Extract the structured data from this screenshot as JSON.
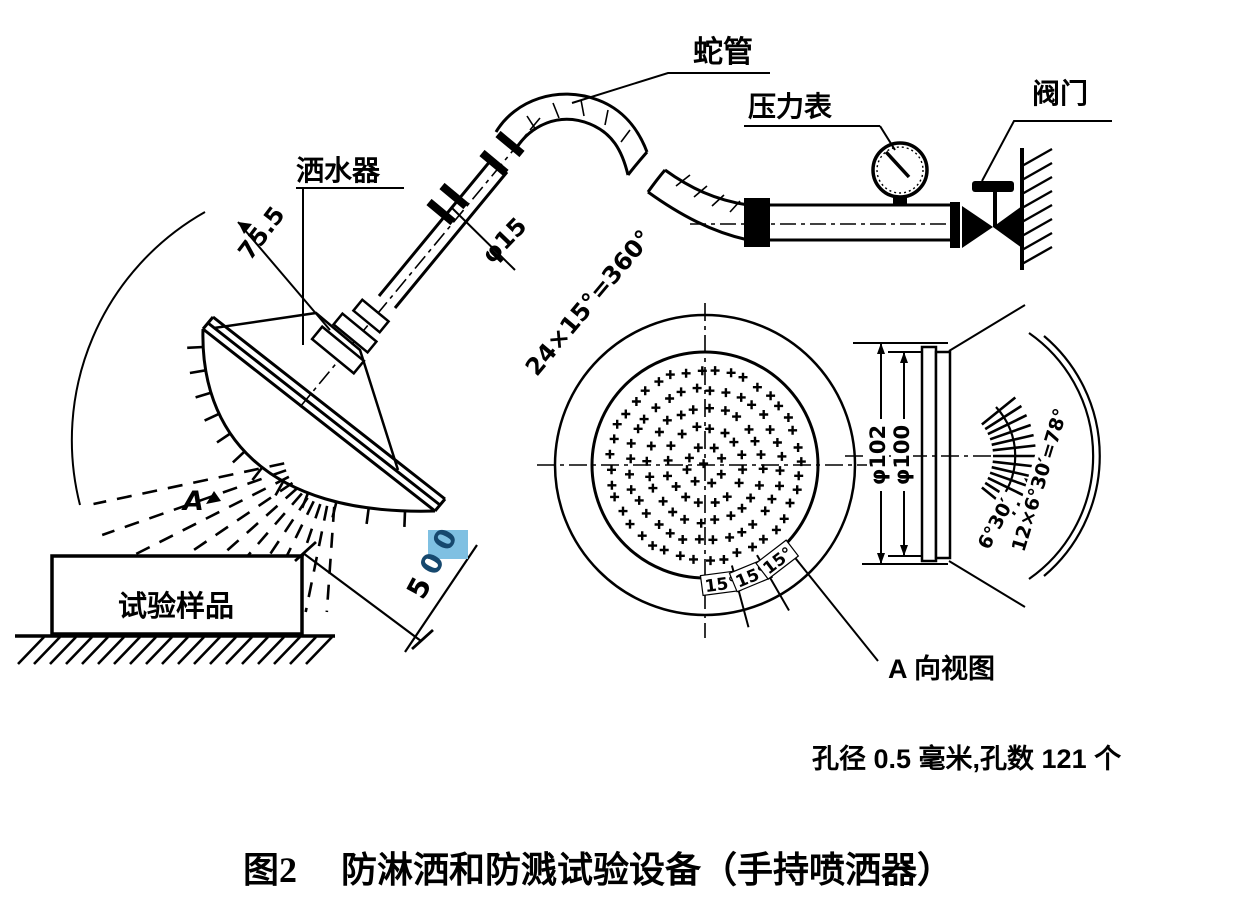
{
  "figure": {
    "caption_fig": "图2",
    "caption_title": "防淋洒和防溅试验设备（手持喷洒器）",
    "note": "孔径 0.5 毫米,孔数 121 个"
  },
  "labels": {
    "hose": "蛇管",
    "pressure_gauge": "压力表",
    "valve": "阀门",
    "sprinkler": "洒水器",
    "test_sample": "试验样品",
    "view_arrow": "A",
    "view_a_title": "A 向视图"
  },
  "dims": {
    "sprinkler_radius": "75.5",
    "tube_diameter": "φ15",
    "distance_prefix": "5",
    "distance_highlight": "00",
    "holes_pattern": "24×15°=360°",
    "sector_angles": [
      "15°",
      "15°",
      "15°"
    ],
    "side_dia_outer": "φ102",
    "side_dia_inner": "φ100",
    "jet_step": "6°30′",
    "jet_total": "12×6°30′=78°"
  },
  "colors": {
    "highlight": "#7fc0e2",
    "highlight_text": "#16486e",
    "ink": "#000000",
    "paper": "#ffffff"
  }
}
